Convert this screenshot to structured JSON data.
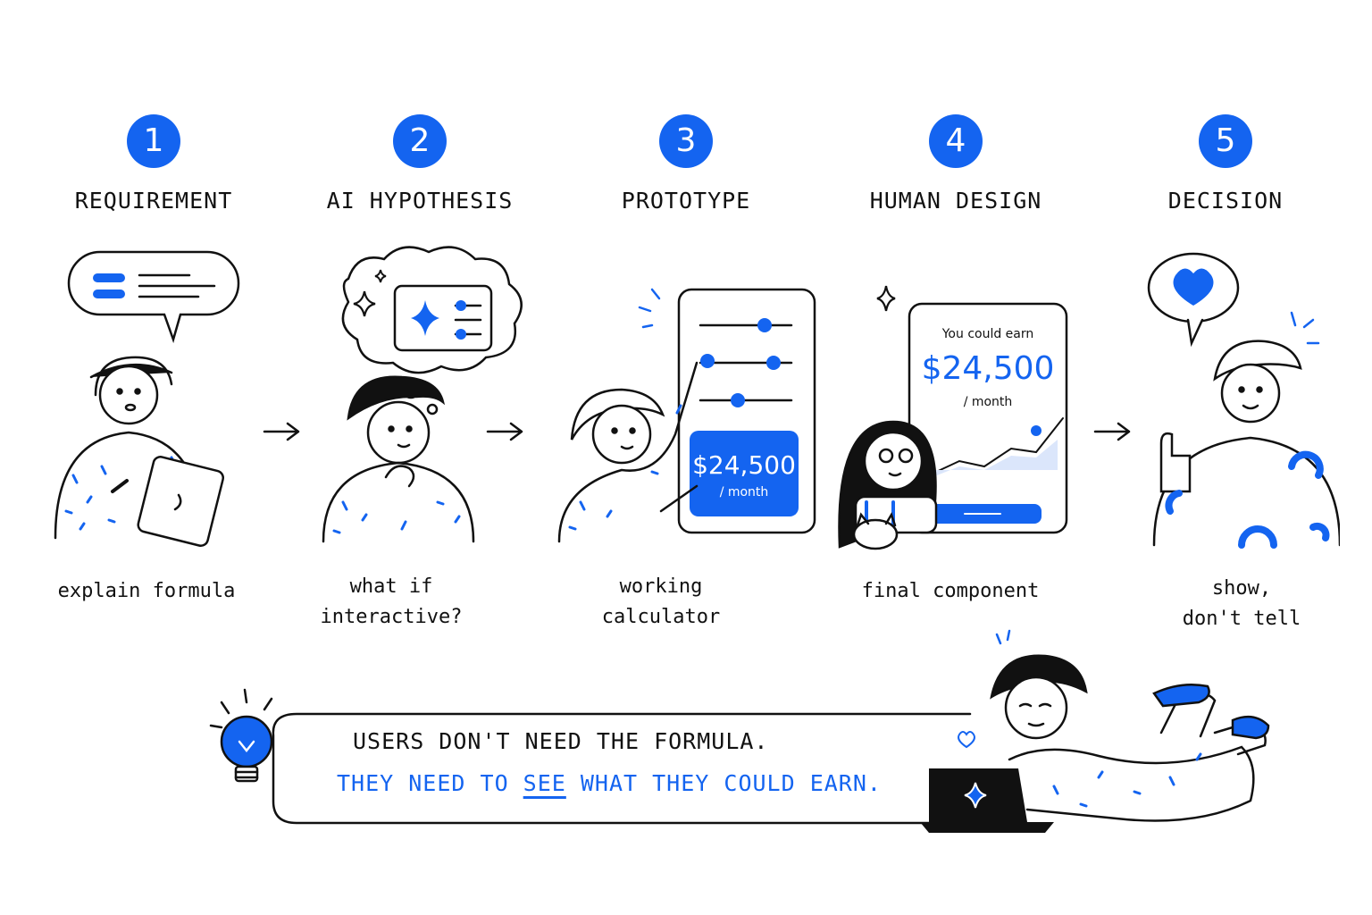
{
  "colors": {
    "accent": "#1464f0",
    "ink": "#111111"
  },
  "steps": [
    {
      "number": "1",
      "title": "REQUIREMENT",
      "caption": [
        "explain formula"
      ]
    },
    {
      "number": "2",
      "title": "AI HYPOTHESIS",
      "caption": [
        "what if",
        "interactive?"
      ]
    },
    {
      "number": "3",
      "title": "PROTOTYPE",
      "caption": [
        "working",
        "calculator"
      ]
    },
    {
      "number": "4",
      "title": "HUMAN DESIGN",
      "caption": [
        "final component"
      ]
    },
    {
      "number": "5",
      "title": "DECISION",
      "caption": [
        "show,",
        "don't tell"
      ]
    }
  ],
  "prototype_card": {
    "amount": "$24,500",
    "period": "/ month"
  },
  "final_card": {
    "heading": "You could earn",
    "amount": "$24,500",
    "period": "/ month"
  },
  "insight": {
    "line1": "USERS DON'T NEED THE FORMULA.",
    "line2_before": "THEY NEED TO ",
    "line2_emphasis": "SEE",
    "line2_after": " WHAT THEY COULD EARN."
  },
  "icons": [
    "speech-bubble-icon",
    "thought-bubble-icon",
    "sparkle-icon",
    "heart-icon",
    "lightbulb-icon",
    "laptop-icon",
    "arrow-right-icon"
  ]
}
